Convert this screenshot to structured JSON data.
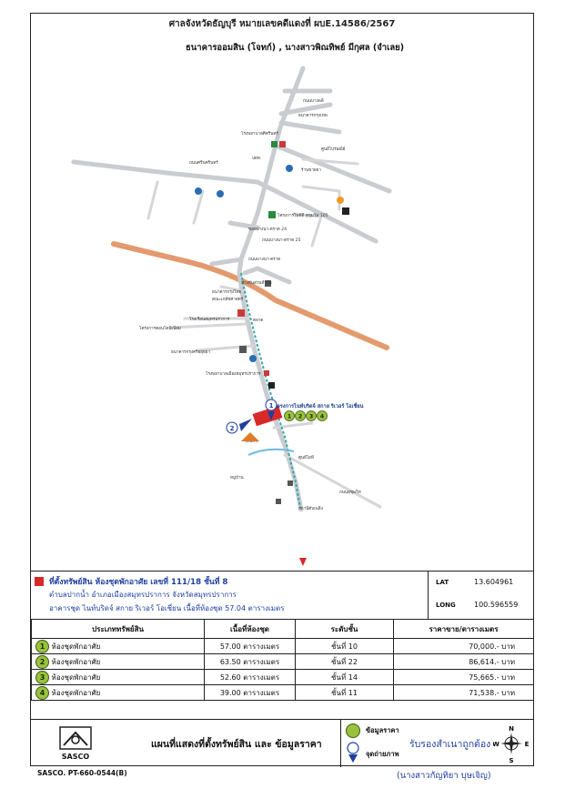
{
  "header": {
    "court_line": "ศาลจังหวัดธัญบุรี หมายเลขคดีแดงที่ ผบE.14586/2567",
    "parties_line": "ธนาคารออมสิน (โจทก์) , นางสาวพิณทิพย์ มีกุศล (จำเลย)"
  },
  "map": {
    "road_labels": [
      "ถนนศรีนครินทร์",
      "ถนนบางนา-ตราด",
      "ถนนบางพลี",
      "ถนนสุขุมวิท",
      "ซอยบางนา-ตราด 24",
      "ถนนบางนา-ตราด 25"
    ],
    "poi_labels": [
      "โรงพยาบาลศิครินทร์",
      "ธนาคารกรุงเทพ",
      "ปตท.",
      "ร้านขายยา",
      "โครงการไมด์ดี สุขุมวิท 105",
      "ศูนย์ไปรษณีย์",
      "ห้างหุ้นส่วนจำกัด",
      "ธนาคารกรุงไทย",
      "คณะเภสัชศาสตร์",
      "โรงเรียนสมุทรปราการ",
      "โครงการคอนโดมิเนียม",
      "ตลาด",
      "ธนาคารกรุงศรีอยุธยา",
      "โรงพยาบาลเมืองสมุทรปราการ",
      "วัดแก้ว",
      "ศูนย์ไอที",
      "หมู่บ้าน",
      "สถานีดับเพลิง"
    ],
    "subject_label": "โครงการไนท์บริดจ์ สกาย ริเวอร์ โอเชี่ยน",
    "marker_numbers": [
      "1",
      "2",
      "3",
      "4"
    ],
    "viewpoints": [
      "1",
      "2"
    ]
  },
  "info": {
    "line1": "ที่ตั้งทรัพย์สิน ห้องชุดพักอาศัย เลขที่ 111/18 ชั้นที่ 8",
    "line2": "ตำบลปากน้ำ อำเภอเมืองสมุทรปราการ จังหวัดสมุทรปราการ",
    "line3": "อาคารชุด ไนท์บริดจ์ สกาย ริเวอร์ โอเชี่ยน  เนื้อที่ห้องชุด 57.04 ตารางเมตร",
    "lat_label": "LAT",
    "lat_value": "13.604961",
    "long_label": "LONG",
    "long_value": "100.596559"
  },
  "table": {
    "headers": [
      "ประเภททรัพย์สิน",
      "เนื้อที่ห้องชุด",
      "ระดับชั้น",
      "ราคาขาย/ตารางเมตร"
    ],
    "rows": [
      {
        "no": "1",
        "type": "ห้องชุดพักอาศัย",
        "area": "57.00 ตารางเมตร",
        "floor": "ชั้นที่ 10",
        "price": "70,000.- บาท"
      },
      {
        "no": "2",
        "type": "ห้องชุดพักอาศัย",
        "area": "63.50 ตารางเมตร",
        "floor": "ชั้นที่ 22",
        "price": "86,614.- บาท"
      },
      {
        "no": "3",
        "type": "ห้องชุดพักอาศัย",
        "area": "52.60 ตารางเมตร",
        "floor": "ชั้นที่ 14",
        "price": "75,665.- บาท"
      },
      {
        "no": "4",
        "type": "ห้องชุดพักอาศัย",
        "area": "39.00 ตารางเมตร",
        "floor": "ชั้นที่ 11",
        "price": "71,538.- บาท"
      }
    ]
  },
  "footer": {
    "logo_text": "SASCO",
    "title": "แผนที่แสดงที่ตั้งทรัพย์สิน และ ข้อมูลราคา",
    "legend_data": "ข้อมูลราคา",
    "legend_photo": "จุดถ่ายภาพ",
    "certified": "รับรองสำเนาถูกต้อง",
    "compass": {
      "n": "N",
      "s": "S",
      "e": "E",
      "w": "W"
    },
    "doc_code": "SASCO. PT-660-0544(B)",
    "signer": "(นางสาวกัญทิยา บุษเจิญ)"
  },
  "colors": {
    "road": "#c9ccd0",
    "expressway": "#e39a6e",
    "subject": "#d92828",
    "price_marker": "#9bc23c",
    "blue_text": "#1e3fa0",
    "route": "#3aa6a6"
  }
}
